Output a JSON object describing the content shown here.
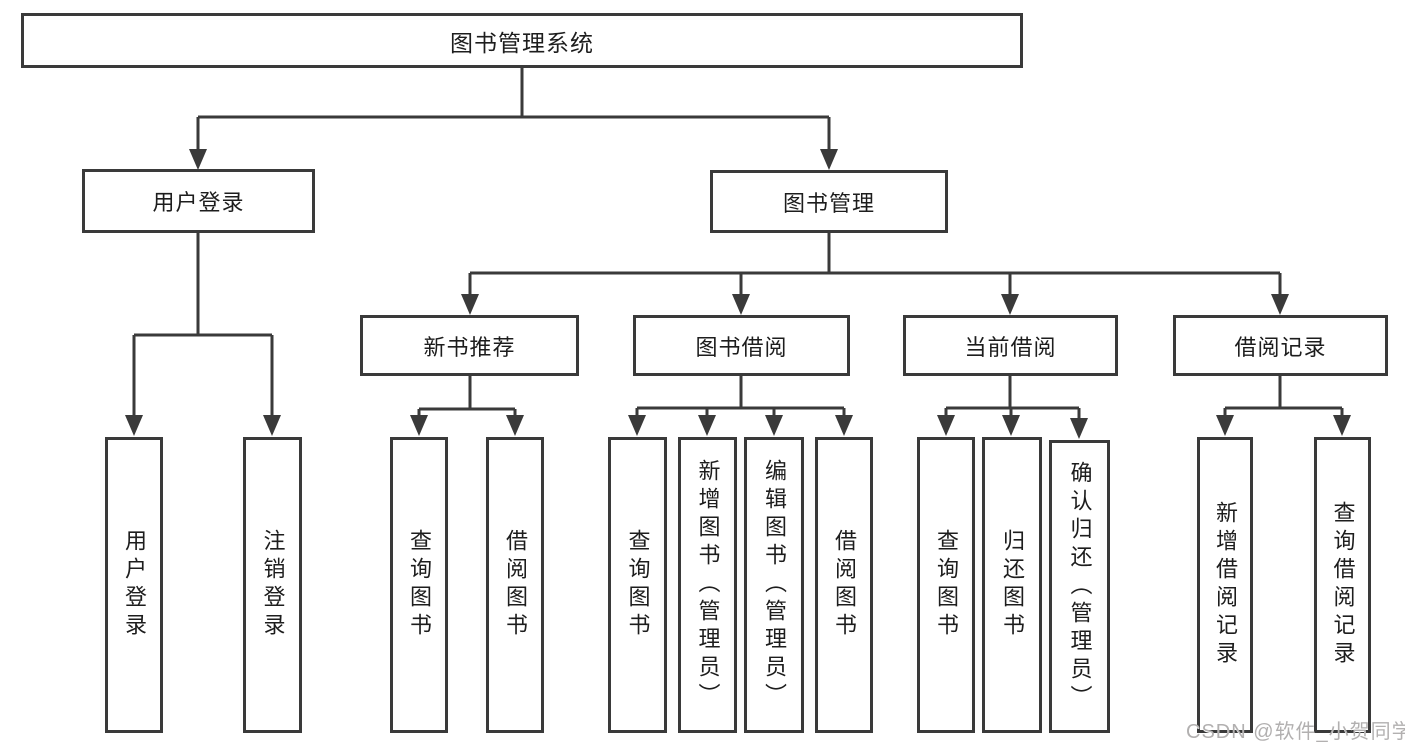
{
  "title": {
    "label": "图书管理系统"
  },
  "branches": {
    "user": {
      "label": "用户登录",
      "leaves": [
        {
          "label": "用户登录"
        },
        {
          "label": "注销登录"
        }
      ]
    },
    "book": {
      "label": "图书管理",
      "groups": [
        {
          "label": "新书推荐",
          "leaves": [
            {
              "label": "查询图书"
            },
            {
              "label": "借阅图书"
            }
          ]
        },
        {
          "label": "图书借阅",
          "leaves": [
            {
              "label": "查询图书"
            },
            {
              "label": "新增图书（管理员）"
            },
            {
              "label": "编辑图书（管理员）"
            },
            {
              "label": "借阅图书"
            }
          ]
        },
        {
          "label": "当前借阅",
          "leaves": [
            {
              "label": "查询图书"
            },
            {
              "label": "归还图书"
            },
            {
              "label": "确认归还（管理员）"
            }
          ]
        },
        {
          "label": "借阅记录",
          "leaves": [
            {
              "label": "新增借阅记录"
            },
            {
              "label": "查询借阅记录"
            }
          ]
        }
      ]
    }
  },
  "watermark": {
    "text": "CSDN @软件_小贺同学"
  },
  "colors": {
    "line": "#3a3a3a",
    "text": "#1d1d1d",
    "background": "#ffffff",
    "watermark": "#b2b0b0"
  }
}
